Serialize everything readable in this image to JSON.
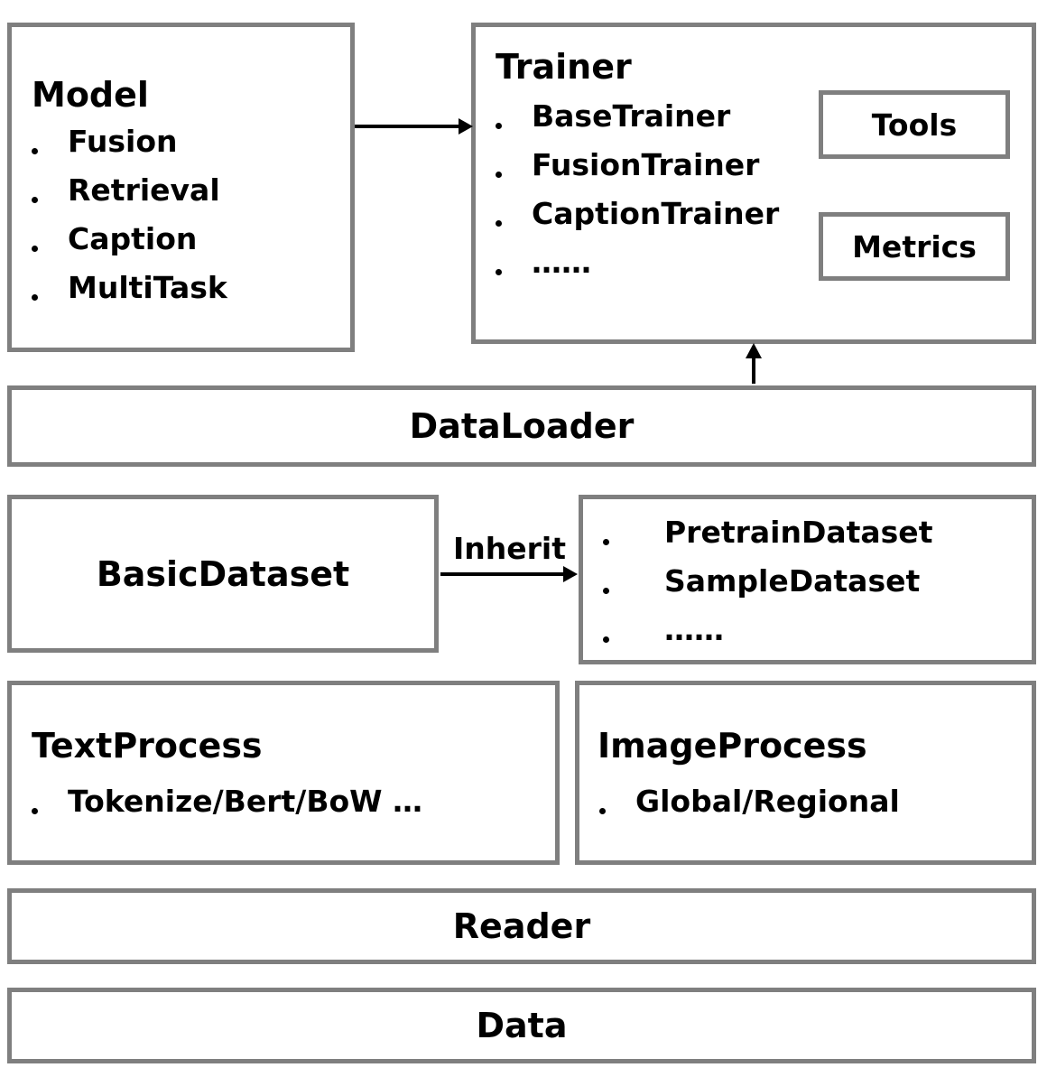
{
  "model": {
    "title": "Model",
    "items": [
      "Fusion",
      "Retrieval",
      "Caption",
      "MultiTask"
    ]
  },
  "trainer": {
    "title": "Trainer",
    "items": [
      "BaseTrainer",
      "FusionTrainer",
      "CaptionTrainer",
      "……"
    ],
    "tools": "Tools",
    "metrics": "Metrics"
  },
  "dataloader": {
    "title": "DataLoader"
  },
  "basic_dataset": {
    "title": "BasicDataset"
  },
  "inherit_label": "Inherit",
  "datasets": {
    "items": [
      "PretrainDataset",
      "SampleDataset",
      "……"
    ]
  },
  "text_process": {
    "title": "TextProcess",
    "items": [
      "Tokenize/Bert/BoW …"
    ]
  },
  "image_process": {
    "title": "ImageProcess",
    "items": [
      "Global/Regional"
    ]
  },
  "reader": {
    "title": "Reader"
  },
  "data": {
    "title": "Data"
  },
  "colors": {
    "border": "#7f7f7f",
    "text": "#000000",
    "arrow": "#000000"
  }
}
